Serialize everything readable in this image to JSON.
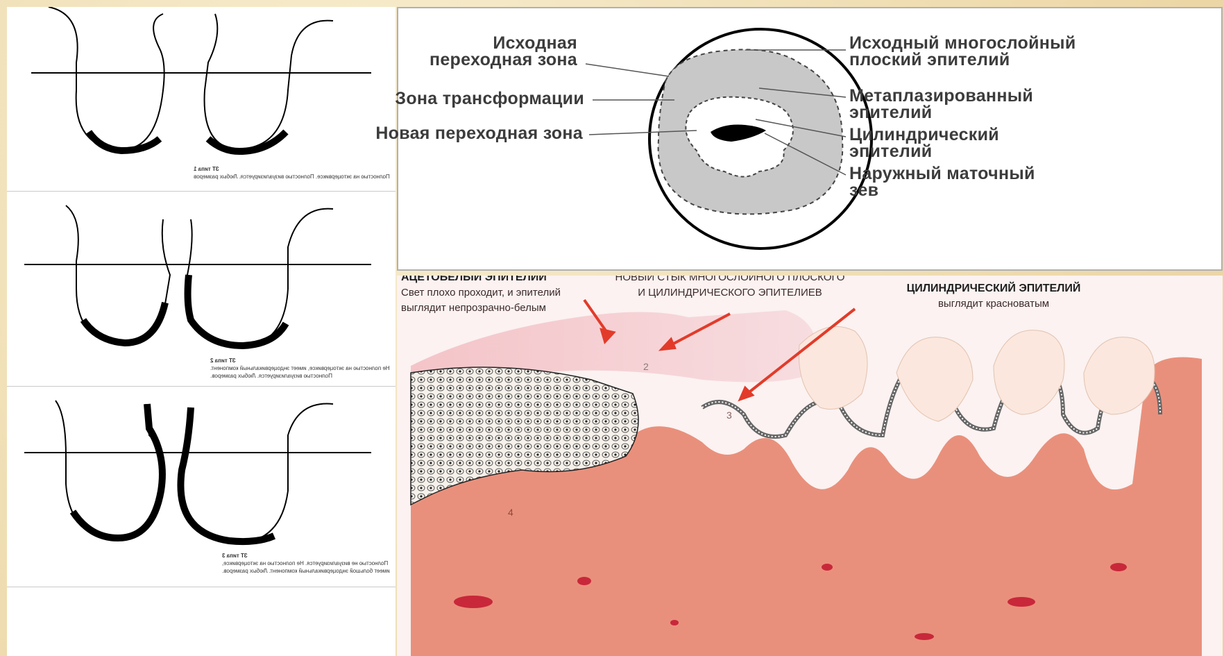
{
  "zt_types": [
    {
      "title": "ЗТ типа 1",
      "lines": [
        "Полностью на эктоцервиксе. Полностью визуализируется. Любых размеров"
      ]
    },
    {
      "title": "ЗТ типа 2",
      "lines": [
        "Не полностью на эктоцервиксе, имеет эндоцервикальный компонент.",
        "Полностью визуализируется. Любых размеров."
      ]
    },
    {
      "title": "ЗТ типа 3",
      "lines": [
        "Полностью не визуализируется. Не полностью на эктоцервиксе,",
        "имеет большой эндоцервикальный компонент. Любых размеров."
      ]
    }
  ],
  "top_diagram": {
    "labels_left": [
      {
        "lines": [
          "Исходная",
          "переходная зона"
        ]
      },
      {
        "lines": [
          "Зона трансформации"
        ]
      },
      {
        "lines": [
          "Новая переходная зона"
        ]
      }
    ],
    "labels_right": [
      {
        "lines": [
          "Исходный многослойный",
          "плоский эпителий"
        ]
      },
      {
        "lines": [
          "Метаплазированный",
          "эпителий"
        ]
      },
      {
        "lines": [
          "Цилиндрический",
          "эпителий"
        ]
      },
      {
        "lines": [
          "Наружный маточный",
          "зев"
        ]
      }
    ]
  },
  "bottom_diagram": {
    "acetowhite": {
      "title": "АЦЕТОБЕЛЫЙ ЭПИТЕЛИЙ",
      "lines": [
        "Свет плохо проходит, и эпителий",
        "выглядит непрозрачно-белым"
      ]
    },
    "junction": {
      "lines": [
        "НОВЫЙ СТЫК МНОГОСЛОЙНОГО ПЛОСКОГО",
        "И ЦИЛИНДРИЧЕСКОГО ЭПИТЕЛИЕВ"
      ]
    },
    "columnar": {
      "title": "ЦИЛИНДРИЧЕСКИЙ ЭПИТЕЛИЙ",
      "lines": [
        "выглядит красноватым"
      ]
    },
    "numbers": [
      "2",
      "3",
      "4"
    ]
  },
  "colors": {
    "arrow": "#e23b2a",
    "stroma": "#e9907c",
    "grey_zone": "#c8c8c8",
    "label_text": "#3c3c3c"
  }
}
